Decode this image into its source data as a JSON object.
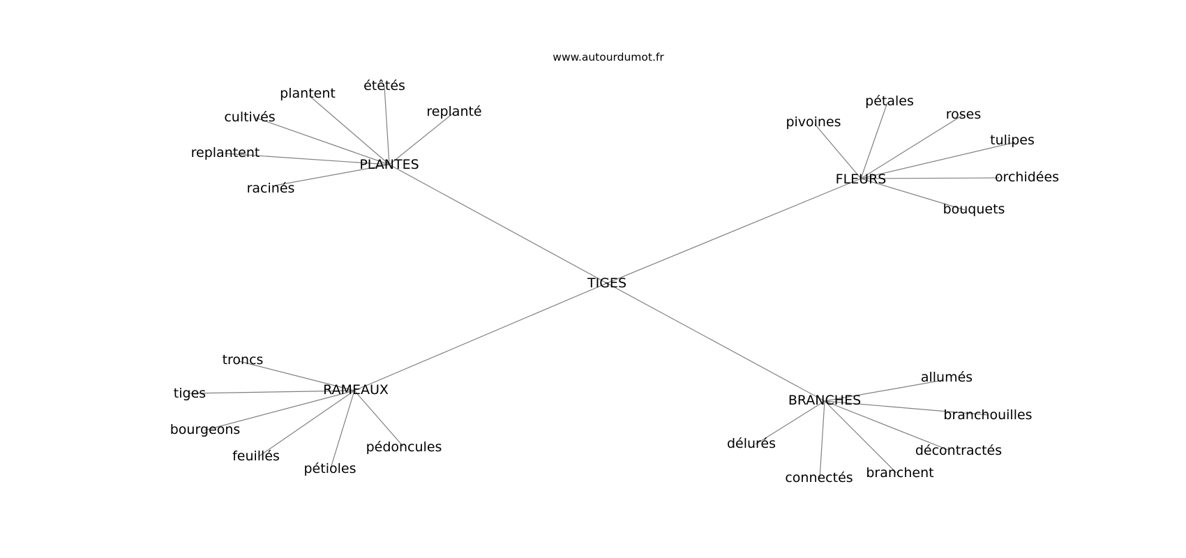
{
  "source": "www.autourdumot.fr",
  "center": "TIGES",
  "groups": [
    {
      "id": "plantes",
      "label": "PLANTES",
      "words": [
        "étêtés",
        "plantent",
        "cultivés",
        "replantent",
        "racinés",
        "replanté"
      ]
    },
    {
      "id": "fleurs",
      "label": "FLEURS",
      "words": [
        "pétales",
        "pivoines",
        "roses",
        "tulipes",
        "orchidées",
        "bouquets"
      ]
    },
    {
      "id": "rameaux",
      "label": "RAMEAUX",
      "words": [
        "troncs",
        "tiges",
        "bourgeons",
        "feuillés",
        "pétioles",
        "pédoncules"
      ]
    },
    {
      "id": "branches",
      "label": "BRANCHES",
      "words": [
        "allumés",
        "branchouilles",
        "décontractés",
        "branchent",
        "connectés",
        "délurés"
      ]
    }
  ]
}
